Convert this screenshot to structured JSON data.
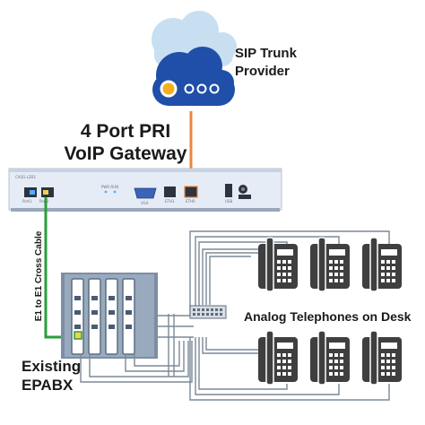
{
  "labels": {
    "sip_trunk_provider": "SIP Trunk Provider",
    "gateway_title_line1": "4 Port PRI",
    "gateway_title_line2": "VoIP Gateway",
    "cable_label": "E1 to E1 Cross Cable",
    "epabx_line1": "Existing",
    "epabx_line2": "EPABX",
    "phones_label": "Analog Telephones on Desk"
  },
  "device_port_labels": {
    "brand": "CASG-L2B3",
    "port1": "Port1",
    "port2": "Port2",
    "vga": "VGA",
    "eth1": "ETH1",
    "eth0": "ETH0",
    "usb": "USB",
    "pwr": "PWR",
    "run": "RUN"
  },
  "colors": {
    "cloud_light": "#c7dff1",
    "cloud_dark": "#1f4fa8",
    "sip_link": "#e8883c",
    "cross_cable": "#2a9e3b",
    "wiring": "#7b8897",
    "device_body": "#e6ecf5",
    "phone": "#3f3f3f"
  },
  "icons": {
    "cloud": "cloud-icon",
    "phone": "desk-phone-icon",
    "epabx": "epabx-rack-icon",
    "gateway": "gateway-device-icon"
  },
  "phone_count": 6
}
